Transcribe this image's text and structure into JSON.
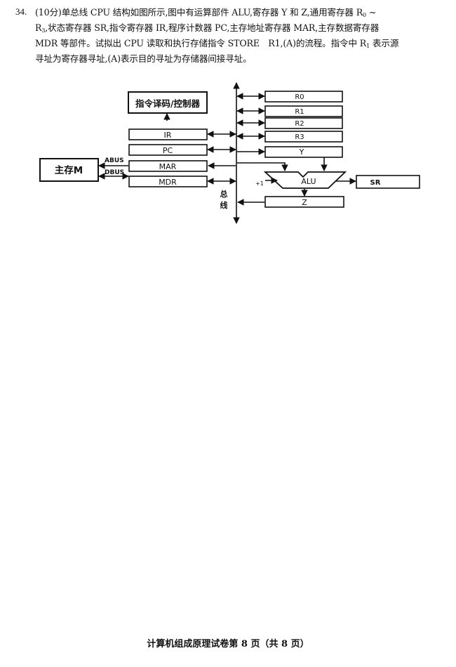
{
  "question": {
    "number": "34.",
    "line1": "(10分)单总线 CPU 结构如图所示,图中有运算部件 ALU,寄存器 Y 和 Z,通用寄存器 R",
    "line1_sub": "0",
    "line1_tail": " ~",
    "line2_pre": "R",
    "line2_sub": "3",
    "line2": ",状态寄存器 SR,指令寄存器 IR,程序计数器 PC,主存地址寄存器 MAR,主存数据寄存器",
    "line3_a": "MDR 等部件。试拟出 CPU 读取和执行存储指令 STORE　R1,(A)的流程。指令中 R",
    "line3_sub": "1",
    "line3_b": " 表示源",
    "line4": "寻址为寄存器寻址,(A)表示目的寻址为存储器间接寻址。"
  },
  "diagram": {
    "decoder_label": "指令译码/控制器",
    "ir_label": "IR",
    "pc_label": "PC",
    "mar_label": "MAR",
    "mdr_label": "MDR",
    "memory_label": "主存M",
    "abus_label": "ABUS",
    "dbus_label": "DBUS",
    "r0_label": "R0",
    "r1_label": "R1",
    "r2_label": "R2",
    "r3_label": "R3",
    "y_label": "Y",
    "alu_label": "ALU",
    "sr_label": "SR",
    "z_label": "Z",
    "plus_one_label": "+1",
    "bus_label_1": "总",
    "bus_label_2": "线"
  },
  "footer": {
    "text": "计算机组成原理试卷第 8 页（共 8 页）"
  }
}
